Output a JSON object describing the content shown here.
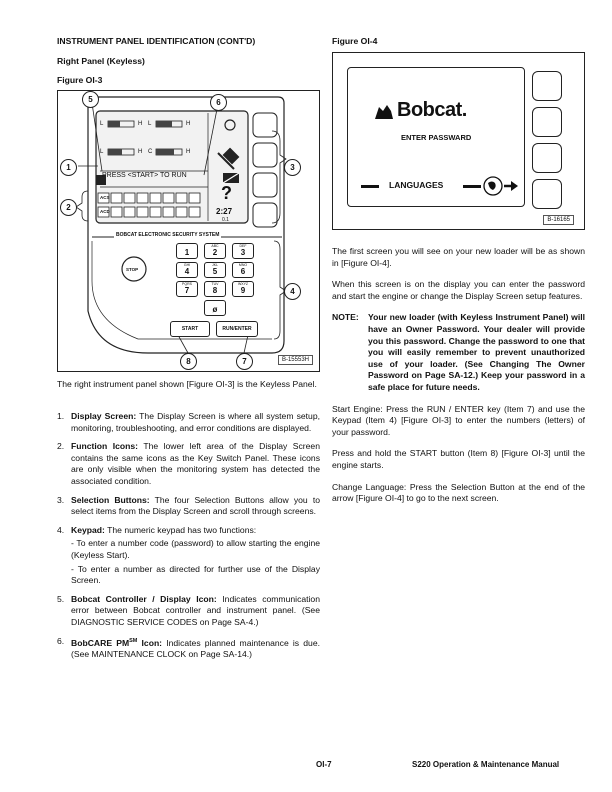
{
  "left": {
    "section_title": "INSTRUMENT PANEL IDENTIFICATION (CONT'D)",
    "subtitle": "Right Panel (Keyless)",
    "figure_label": "Figure OI-3",
    "intro": "The right instrument panel shown [Figure OI-3] is the Keyless Panel.",
    "items": [
      {
        "num": "1.",
        "title": "Display Screen:",
        "text": " The Display Screen is where all system setup, monitoring, troubleshooting, and error conditions are displayed."
      },
      {
        "num": "2.",
        "title": "Function Icons:",
        "text": " The lower left area of the Display Screen contains the same icons as the Key Switch Panel. These icons are only visible when the monitoring system has detected the associated condition."
      },
      {
        "num": "3.",
        "title": "Selection Buttons:",
        "text": " The four Selection Buttons allow you to select items from the Display Screen and scroll through screens."
      },
      {
        "num": "4.",
        "title": "Keypad:",
        "text": " The numeric keypad has two functions:",
        "sub1": "- To enter a number code (password) to allow starting the engine (Keyless Start).",
        "sub2": "- To enter a number as directed for further use of the Display Screen."
      },
      {
        "num": "5.",
        "title": "Bobcat Controller / Display Icon:",
        "text": " Indicates communication error between Bobcat controller and instrument panel. (See DIAGNOSTIC SERVICE CODES on Page SA-4.)"
      },
      {
        "num": "6.",
        "title": "BobCARE PM",
        "sup": "SM",
        "title2": " Icon:",
        "text": " Indicates planned maintenance is due. (See MAINTENANCE CLOCK on Page SA-14.)"
      }
    ]
  },
  "figure3": {
    "tag": "B-15553H",
    "security_label": "BOBCAT ELECTRONIC SECURITY SYSTEM",
    "screen_text": "PRESS <START> TO RUN",
    "clock": "2:27",
    "clock_sub": "0.1",
    "gauge_l": "L",
    "gauge_h": "H",
    "gauge_c": "C",
    "question": "?",
    "stop_label": "STOP",
    "start_label": "START",
    "run_label": "RUN/ENTER",
    "keys": [
      {
        "num": "1",
        "letters": ""
      },
      {
        "num": "2",
        "letters": "ABC"
      },
      {
        "num": "3",
        "letters": "DEF"
      },
      {
        "num": "4",
        "letters": "GHI"
      },
      {
        "num": "5",
        "letters": "JKL"
      },
      {
        "num": "6",
        "letters": "MNO"
      },
      {
        "num": "7",
        "letters": "PQRS"
      },
      {
        "num": "8",
        "letters": "TUV"
      },
      {
        "num": "9",
        "letters": "WXYZ"
      },
      {
        "num": "ø",
        "letters": ""
      }
    ],
    "icon_row_labels": [
      "ACS",
      "ACD"
    ],
    "callouts": [
      "1",
      "2",
      "3",
      "4",
      "5",
      "6",
      "7",
      "8"
    ]
  },
  "right": {
    "figure_label": "Figure OI-4",
    "brand": "Bobcat.",
    "enter_password": "ENTER PASSWARD",
    "languages": "LANGUAGES",
    "tag": "B-16165",
    "p1": "The first screen you will see on your new loader will be as shown in [Figure OI-4].",
    "p2": "When this screen is on the display you can enter the password and start the engine or change the Display Screen setup features.",
    "note_label": "NOTE:",
    "note_text": "Your new loader (with Keyless Instrument Panel) will have an Owner Password. Your dealer will provide you this password. Change the password to one that you will easily remember to prevent unauthorized use of your loader. (See Changing The Owner Password on Page SA-12.) Keep your password in a safe place for future needs.",
    "p3": "Start Engine: Press the RUN / ENTER key (Item 7) and use the Keypad (Item 4) [Figure OI-3] to enter the numbers (letters) of your password.",
    "p4": "Press and hold the START button (Item 8) [Figure OI-3] until the engine starts.",
    "p5": "Change Language: Press the Selection Button at the end of the arrow [Figure OI-4] to go to the next screen."
  },
  "footer": {
    "page": "OI-7",
    "manual": "S220 Operation & Maintenance Manual"
  }
}
